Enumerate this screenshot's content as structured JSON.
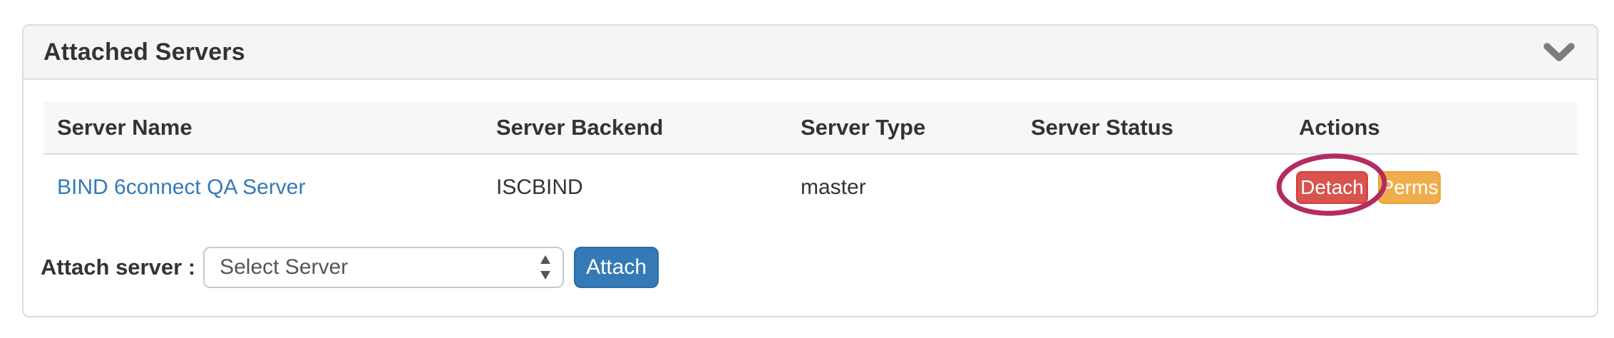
{
  "panel": {
    "title": "Attached Servers",
    "collapse_icon": "chevron-down-icon"
  },
  "table": {
    "columns": [
      "Server Name",
      "Server Backend",
      "Server Type",
      "Server Status",
      "Actions"
    ],
    "rows": [
      {
        "name": "BIND 6connect QA Server",
        "backend": "ISCBIND",
        "type": "master",
        "status": "",
        "actions": [
          "Detach",
          "Perms"
        ]
      }
    ]
  },
  "attach_form": {
    "label": "Attach server :",
    "select_value": "Select Server",
    "attach_button": "Attach"
  },
  "annotation": {
    "shape": "hand-drawn-ellipse",
    "target": "detach-button",
    "color": "#b32b60"
  },
  "colors": {
    "link_blue": "#337ab7",
    "danger_red": "#d9534f",
    "warning_orange": "#f0ad4e",
    "primary_blue": "#337ab7",
    "panel_header_bg": "#f5f5f5",
    "table_header_bg": "#f7f7f7",
    "border_gray": "#dddddd",
    "annotation_crimson": "#b32b60"
  }
}
